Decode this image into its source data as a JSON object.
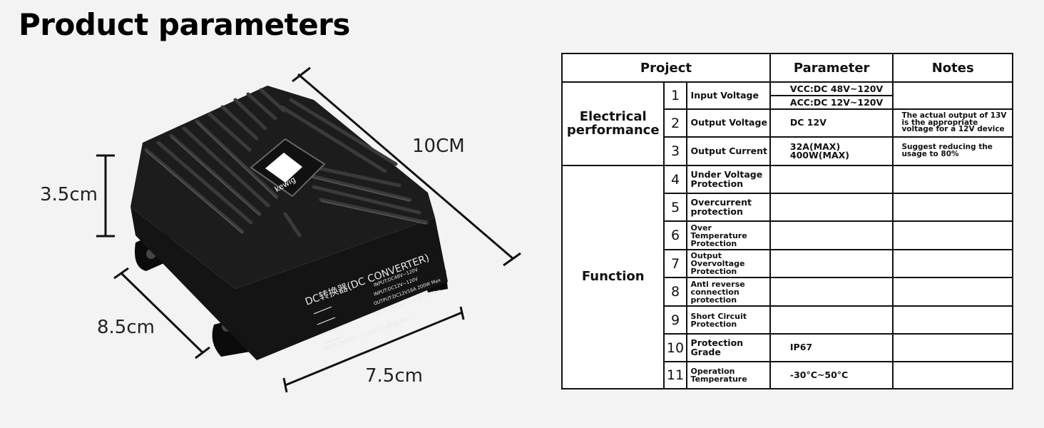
{
  "title": "Product parameters",
  "product": {
    "brand": "kewig",
    "label_title": "DC转换器(DC CONVERTER)",
    "label_lines": [
      "INPUT:DC48V~120V",
      "INPUT:DC12V~120V",
      "OUTPUT:DC12V16A 200W Max",
      "OUTPUT:DC12V16A 200W Max",
      "TOTAL OUTPUT : DC12V32A 400W Max"
    ],
    "dimensions": {
      "length": "10CM",
      "height": "3.5cm",
      "depth": "8.5cm",
      "width": "7.5cm"
    }
  },
  "table": {
    "headers": {
      "project": "Project",
      "parameter": "Parameter",
      "notes": "Notes"
    },
    "groups": {
      "electrical": "Electrical performance",
      "function": "Function"
    },
    "rows": [
      {
        "num": "1",
        "item": "Input Voltage",
        "param_lines": [
          "VCC:DC 48V~120V",
          "ACC:DC 12V~120V"
        ],
        "note": ""
      },
      {
        "num": "2",
        "item": "Output Voltage",
        "param": "DC 12V",
        "note": "The actual output of 13V is the appropriate voltage for a 12V device"
      },
      {
        "num": "3",
        "item": "Output Current",
        "param": "32A(MAX) 400W(MAX)",
        "note": "Suggest reducing the usage to 80%"
      },
      {
        "num": "4",
        "item": "Under Voltage Protection",
        "param": "",
        "note": ""
      },
      {
        "num": "5",
        "item": "Overcurrent protection",
        "param": "",
        "note": ""
      },
      {
        "num": "6",
        "item": "Over Temperature Protection",
        "param": "",
        "note": ""
      },
      {
        "num": "7",
        "item": "Output Overvoltage Protection",
        "param": "",
        "note": ""
      },
      {
        "num": "8",
        "item": "Anti reverse connection protection",
        "param": "",
        "note": ""
      },
      {
        "num": "9",
        "item": "Short Circuit Protection",
        "param": "",
        "note": ""
      },
      {
        "num": "10",
        "item": "Protection Grade",
        "param": "IP67",
        "note": ""
      },
      {
        "num": "11",
        "item": "Operation Temperature",
        "param": "-30°C~50°C",
        "note": ""
      }
    ]
  }
}
